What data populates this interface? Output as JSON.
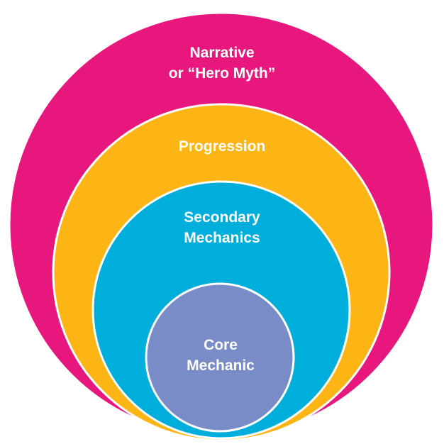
{
  "colors": {
    "narrative": "#E8177D",
    "progression": "#FDB515",
    "secondary": "#00AEDB",
    "core": "#7A8CC8",
    "outline": "#ffffff"
  },
  "rings": {
    "narrative": {
      "line1": "Narrative",
      "line2": "or “Hero Myth”"
    },
    "progression": {
      "line1": "Progression"
    },
    "secondary": {
      "line1": "Secondary",
      "line2": "Mechanics"
    },
    "core": {
      "line1": "Core",
      "line2": "Mechanic"
    }
  }
}
